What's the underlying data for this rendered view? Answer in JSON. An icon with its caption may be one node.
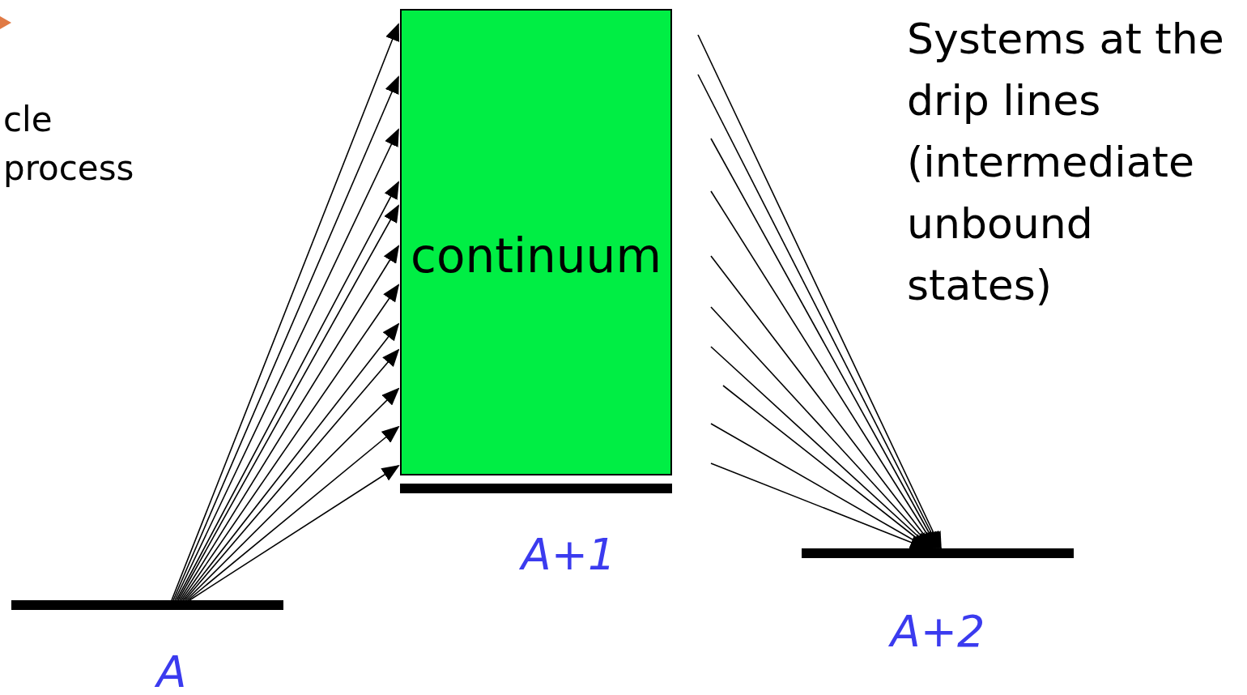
{
  "diagram": {
    "nodes": [
      {
        "text": [],
        "shape": "bar",
        "beside": [
          "A"
        ]
      },
      {
        "text": [
          "continuum"
        ]
      },
      {
        "text": [],
        "shape": "bar",
        "beside": [
          "A+1"
        ]
      },
      {
        "text": [],
        "shape": "bar",
        "beside": [
          "A+2"
        ]
      }
    ],
    "edges": [
      {
        "from": 0,
        "to": 1,
        "arrow": "to"
      },
      {
        "from": 0,
        "to": 1,
        "arrow": "to"
      },
      {
        "from": 0,
        "to": 1,
        "arrow": "to"
      },
      {
        "from": 0,
        "to": 1,
        "arrow": "to"
      },
      {
        "from": 0,
        "to": 1,
        "arrow": "to"
      },
      {
        "from": 0,
        "to": 1,
        "arrow": "to"
      },
      {
        "from": 0,
        "to": 1,
        "arrow": "to"
      },
      {
        "from": 0,
        "to": 1,
        "arrow": "to"
      },
      {
        "from": 0,
        "to": 1,
        "arrow": "to"
      },
      {
        "from": 0,
        "to": 1,
        "arrow": "to"
      },
      {
        "from": 0,
        "to": 1,
        "arrow": "to"
      },
      {
        "from": 0,
        "to": 1,
        "arrow": "to"
      },
      {
        "from": null,
        "to": 3,
        "arrow": "to"
      },
      {
        "from": null,
        "to": 3,
        "arrow": "to"
      },
      {
        "from": null,
        "to": 3,
        "arrow": "to"
      },
      {
        "from": null,
        "to": 3,
        "arrow": "to"
      },
      {
        "from": null,
        "to": 3,
        "arrow": "to"
      },
      {
        "from": null,
        "to": 3,
        "arrow": "to"
      },
      {
        "from": null,
        "to": 3,
        "arrow": "to"
      },
      {
        "from": null,
        "to": 3,
        "arrow": "to"
      },
      {
        "from": null,
        "to": 3,
        "arrow": "to"
      },
      {
        "from": null,
        "to": 3,
        "arrow": "to"
      }
    ],
    "labels": [
      "cle process",
      "Systems at the drip lines (intermediate unbound states)"
    ]
  }
}
